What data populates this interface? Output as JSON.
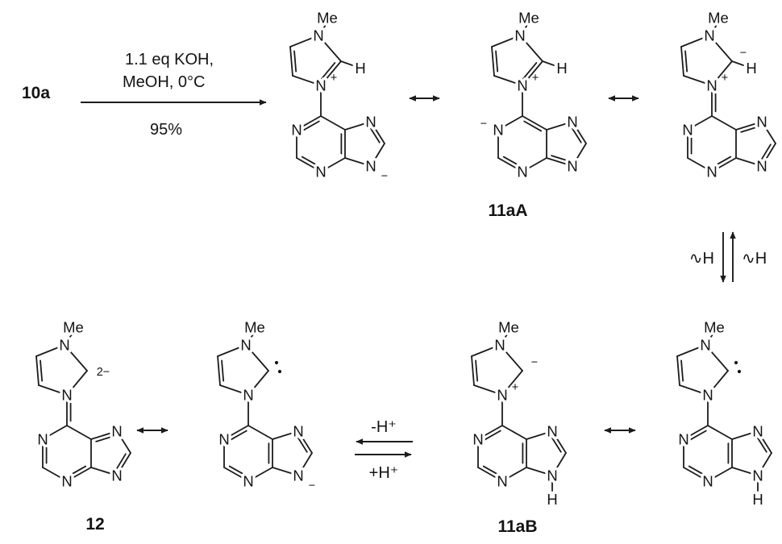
{
  "scheme": {
    "start_compound": "10a",
    "conditions_line1": "1.1 eq KOH,",
    "conditions_line2": "MeOH, 0°C",
    "yield": "95%",
    "caption_11aA": "11aA",
    "caption_12": "12",
    "caption_11aB": "11aB",
    "h_shift_left": "∿H",
    "h_shift_right": "∿H",
    "minus_h_plus": "-H⁺",
    "plus_h_plus": "+H⁺"
  },
  "atoms": {
    "nitrogen": "N",
    "methyl": "Me",
    "hydrogen": "H",
    "plus": "+",
    "minus": "−",
    "two_minus": "2−"
  },
  "structures": [
    {
      "id": "s1",
      "n1_c2_double": true,
      "exo_double": false,
      "c2_group": "H",
      "n1_plus": true,
      "purine_variant": "A",
      "n9_group": "minus",
      "n1p_minus": false
    },
    {
      "id": "s2",
      "n1_c2_double": true,
      "exo_double": false,
      "c2_group": "H",
      "n1_plus": true,
      "purine_variant": "B",
      "n9_group": null,
      "n1p_minus": true
    },
    {
      "id": "s3",
      "n1_c2_double": false,
      "exo_double": true,
      "c2_group": "minus_H",
      "n1_plus": true,
      "purine_variant": "C",
      "n9_group": null,
      "n1p_minus": false
    },
    {
      "id": "s12a",
      "n1_c2_double": false,
      "exo_double": true,
      "c2_group": "two_minus",
      "n1_plus": false,
      "purine_variant": "C",
      "n9_group": null,
      "n1p_minus": false
    },
    {
      "id": "s12b",
      "n1_c2_double": false,
      "exo_double": false,
      "c2_group": "lone_pair",
      "n1_plus": false,
      "purine_variant": "A",
      "n9_group": "minus",
      "n1p_minus": false
    },
    {
      "id": "s11aB1",
      "n1_c2_double": false,
      "exo_double": false,
      "c2_group": "minus",
      "n1_plus": true,
      "purine_variant": "A",
      "n9_group": "H",
      "n1p_minus": false
    },
    {
      "id": "s11aB2",
      "n1_c2_double": false,
      "exo_double": false,
      "c2_group": "lone_pair",
      "n1_plus": false,
      "purine_variant": "A",
      "n9_group": "H",
      "n1p_minus": false
    }
  ]
}
